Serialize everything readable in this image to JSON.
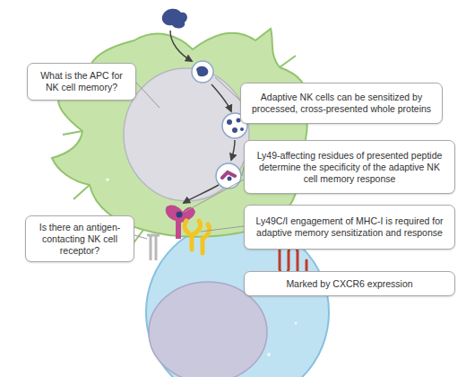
{
  "diagram": {
    "nodes": [
      {
        "text": [
          "What is the APC for NK cell memory?"
        ]
      },
      {
        "text": [
          "Adaptive NK cells can be sensitized by processed, cross-presented whole proteins"
        ]
      },
      {
        "text": [
          "Ly49-affecting residues of presented peptide determine the specificity of the adaptive NK cell memory response"
        ]
      },
      {
        "text": [
          "Ly49C/I engagement of MHC-I is required for adaptive memory sensitization and response"
        ]
      },
      {
        "text": [
          "Is there an antigen-contacting NK cell receptor?"
        ]
      },
      {
        "text": [
          "Marked by CXCR6 expression"
        ]
      }
    ]
  }
}
